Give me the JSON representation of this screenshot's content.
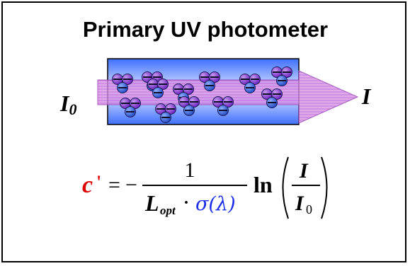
{
  "title": "Primary UV photometer",
  "labels": {
    "incident_intensity": "I",
    "incident_subscript": "0",
    "transmitted_intensity": "I"
  },
  "equation": {
    "concentration": "c",
    "prime": "'",
    "equals": "=",
    "minus": "−",
    "numerator": "1",
    "path_length": "L",
    "path_subscript": "opt",
    "dot": "·",
    "cross_section": "σ(λ)",
    "ln": "ln",
    "ratio_top": "I",
    "ratio_bottom": "I",
    "ratio_bottom_subscript": "0"
  },
  "colors": {
    "cell_blue": "#3f6fff",
    "beam_pink": "#d98ee6",
    "molecule_purple": "#7b2fc9",
    "molecule_blue": "#2a5bd7",
    "concentration_red": "#e00000",
    "cross_section_blue": "#1a2ee6"
  }
}
